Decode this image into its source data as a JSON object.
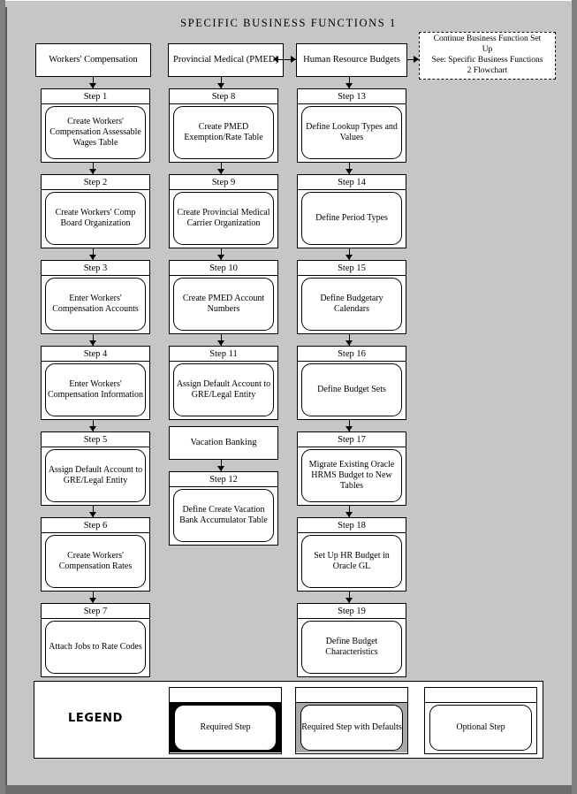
{
  "title": "SPECIFIC  BUSINESS  FUNCTIONS 1",
  "colors": {
    "canvas": "#c6c6c6",
    "box_fill": "#ffffff",
    "required_fill": "#000000",
    "required_defaults_fill": "#a8a8a8",
    "optional_fill": "#ffffff",
    "line": "#000000"
  },
  "top_row": [
    {
      "label": "Workers' Compensation"
    },
    {
      "label": "Provincial Medical (PMED)"
    },
    {
      "label": "Human Resource Budgets"
    }
  ],
  "continuation_note": {
    "line1": "Continue Business Function  Set",
    "line2": "Up",
    "line3": "See: Specific Business Functions",
    "line4": "2 Flowchart"
  },
  "columns": [
    {
      "name": "workers-compensation",
      "steps": [
        {
          "step": "Step 1",
          "text": "Create Workers' Compensation Assessable Wages Table",
          "style": "optional"
        },
        {
          "step": "Step 2",
          "text": "Create Workers' Comp Board Organization",
          "style": "optional"
        },
        {
          "step": "Step 3",
          "text": "Enter Workers' Compensation Accounts",
          "style": "optional"
        },
        {
          "step": "Step 4",
          "text": "Enter Workers' Compensation Information",
          "style": "optional"
        },
        {
          "step": "Step 5",
          "text": "Assign Default Account to GRE/Legal Entity",
          "style": "optional"
        },
        {
          "step": "Step 6",
          "text": "Create Workers' Compensation Rates",
          "style": "optional"
        },
        {
          "step": "Step 7",
          "text": "Attach Jobs to Rate Codes",
          "style": "optional"
        }
      ]
    },
    {
      "name": "provincial-medical",
      "steps": [
        {
          "step": "Step 8",
          "text": "Create PMED Exemption/Rate Table",
          "style": "optional"
        },
        {
          "step": "Step 9",
          "text": "Create Provincial Medical Carrier Organization",
          "style": "optional"
        },
        {
          "step": "Step 10",
          "text": "Create PMED Account Numbers",
          "style": "optional"
        },
        {
          "step": "Step 11",
          "text": "Assign Default Account to GRE/Legal Entity",
          "style": "optional"
        },
        {
          "step": "Step 12",
          "text": "Define Create Vacation Bank Accumulator Table",
          "style": "optional"
        }
      ],
      "sub_header": "Vacation Banking"
    },
    {
      "name": "human-resource-budgets",
      "steps": [
        {
          "step": "Step 13",
          "text": "Define Lookup Types and Values",
          "style": "optional"
        },
        {
          "step": "Step 14",
          "text": "Define Period Types",
          "style": "optional"
        },
        {
          "step": "Step 15",
          "text": "Define Budgetary Calendars",
          "style": "optional"
        },
        {
          "step": "Step 16",
          "text": "Define Budget Sets",
          "style": "optional"
        },
        {
          "step": "Step 17",
          "text": "Migrate Existing Oracle HRMS Budget to New Tables",
          "style": "optional"
        },
        {
          "step": "Step 18",
          "text": "Set Up HR Budget in Oracle GL",
          "style": "optional"
        },
        {
          "step": "Step 19",
          "text": "Define Budget Characteristics",
          "style": "optional"
        }
      ]
    }
  ],
  "legend": {
    "title": "LEGEND",
    "items": [
      {
        "label": "Required Step",
        "style": "required"
      },
      {
        "label": "Required Step with Defaults",
        "style": "required-defaults"
      },
      {
        "label": "Optional Step",
        "style": "optional"
      }
    ]
  }
}
